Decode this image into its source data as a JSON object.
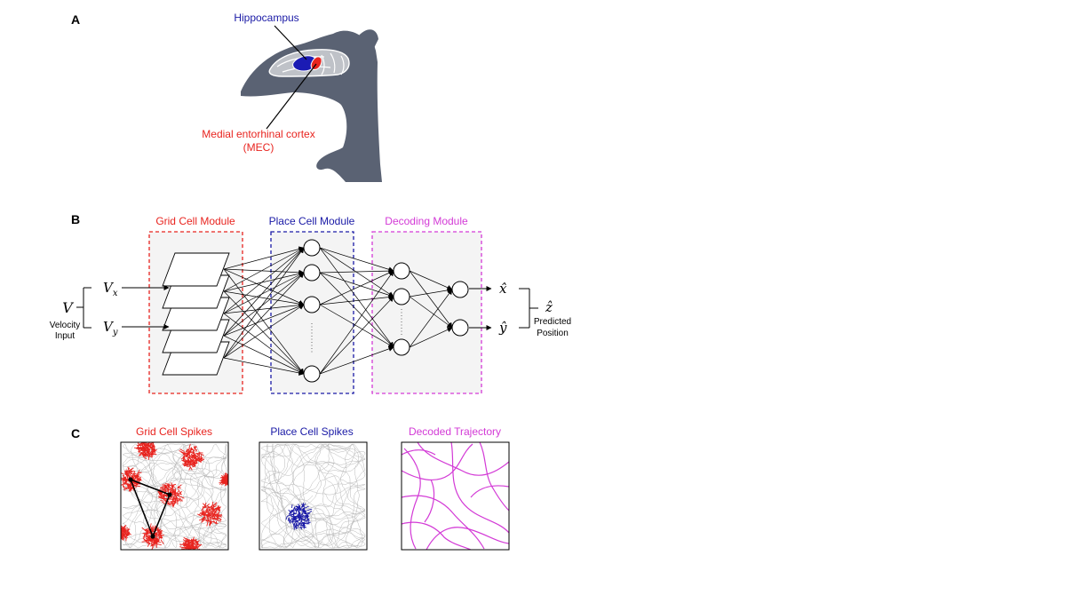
{
  "panels": {
    "a": {
      "letter": "A",
      "hippocampus": "Hippocampus",
      "mec_line1": "Medial entorhinal cortex",
      "mec_line2": "(MEC)"
    },
    "b": {
      "letter": "B",
      "grid_module": "Grid Cell Module",
      "place_module": "Place Cell Module",
      "decoding_module": "Decoding Module",
      "v_symbol": "V",
      "velocity_line1": "Velocity",
      "velocity_line2": "Input",
      "vx_base": "V",
      "vx_sub": "x",
      "vy_base": "V",
      "vy_sub": "y",
      "xhat": "x̂",
      "yhat": "ŷ",
      "zhat": "ẑ",
      "predicted_line1": "Predicted",
      "predicted_line2": "Position"
    },
    "c": {
      "letter": "C",
      "grid_spikes": "Grid Cell Spikes",
      "place_spikes": "Place Cell Spikes",
      "decoded_traj": "Decoded Trajectory"
    }
  },
  "colors": {
    "grid": "#e8241f",
    "place": "#1a1aa6",
    "decoding": "#d33ad6",
    "rat": "#5a6273",
    "module_bg": "#f4f4f4"
  }
}
